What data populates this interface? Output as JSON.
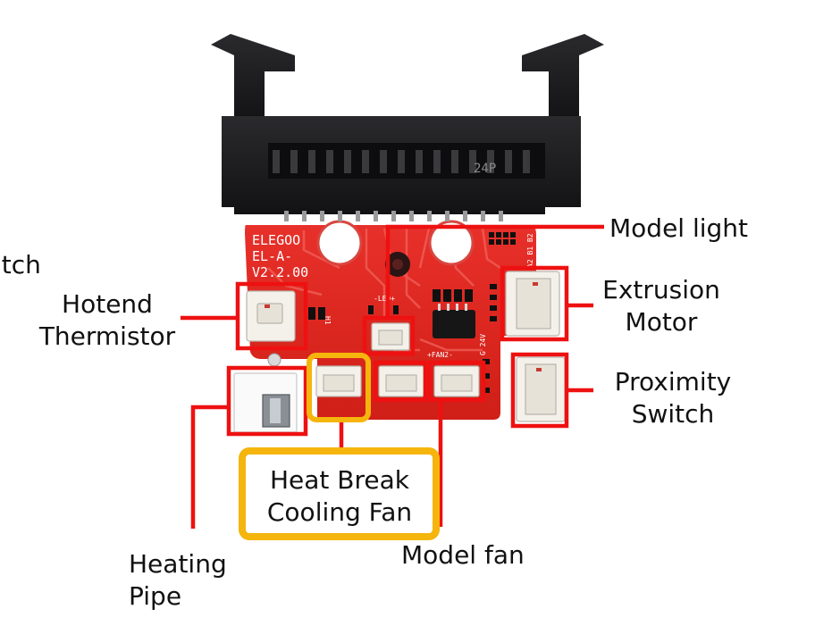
{
  "labels": {
    "partial_left": "itch",
    "hotend_thermistor": [
      "Hotend",
      "Thermistor"
    ],
    "heating_pipe": [
      "Heating",
      "Pipe"
    ],
    "heat_break_fan": [
      "Heat Break",
      "Cooling Fan"
    ],
    "model_fan": "Model fan",
    "model_light": "Model light",
    "extrusion_motor": [
      "Extrusion",
      "Motor"
    ],
    "proximity_switch": [
      "Proximity",
      "Switch"
    ]
  },
  "board_text": {
    "brand": "ELEGOO",
    "model": "EL-A-",
    "version": "V2.2.00",
    "connector": "24P",
    "led_label": "-LED+",
    "fan2_label": "+FAN2-",
    "voltage_label": "G 24V",
    "h1_label": "H1",
    "b_labels": "A2 B1 B2"
  },
  "colors": {
    "highlight_red": "#ee1111",
    "highlight_orange": "#f5b50d",
    "pcb_red": "#e0281e",
    "connector_black": "#1b1b1d"
  }
}
